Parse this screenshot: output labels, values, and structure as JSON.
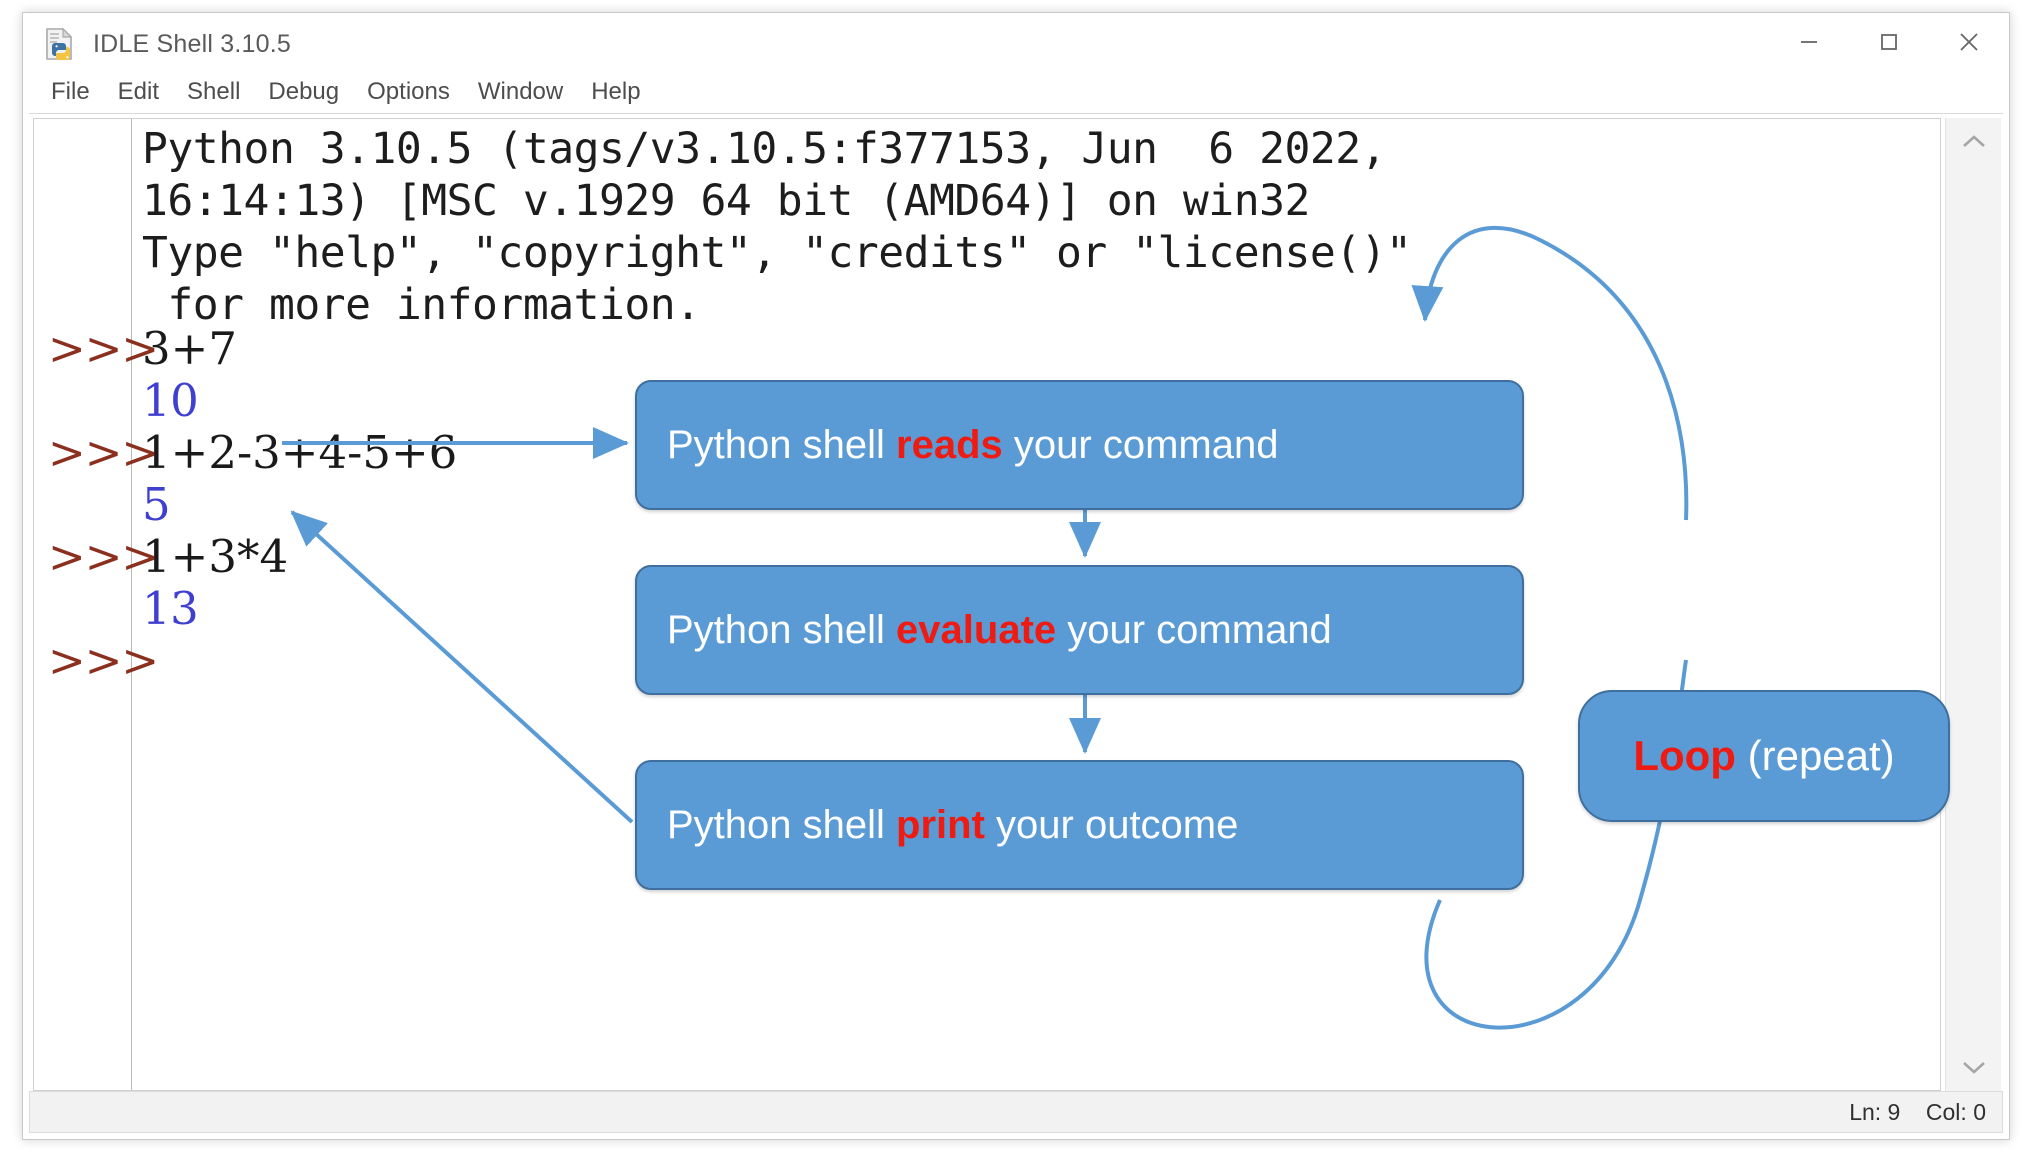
{
  "window": {
    "title": "IDLE Shell 3.10.5",
    "icon": "python-file-icon",
    "controls": [
      {
        "name": "minimize-button",
        "glyph": "minimize-icon"
      },
      {
        "name": "maximize-button",
        "glyph": "maximize-icon"
      },
      {
        "name": "close-button",
        "glyph": "close-icon"
      }
    ]
  },
  "menubar": {
    "items": [
      "File",
      "Edit",
      "Shell",
      "Debug",
      "Options",
      "Window",
      "Help"
    ]
  },
  "shell": {
    "banner": [
      "Python 3.10.5 (tags/v3.10.5:f377153, Jun  6 2022,",
      "16:14:13) [MSC v.1929 64 bit (AMD64)] on win32",
      "Type \"help\", \"copyright\", \"credits\" or \"license()\"",
      " for more information."
    ],
    "prompt": ">>>",
    "entries": [
      {
        "prompt": ">>>",
        "command": "3+7",
        "output": "10"
      },
      {
        "prompt": ">>>",
        "command": "1+2-3+4-5+6",
        "output": "5"
      },
      {
        "prompt": ">>>",
        "command": "1+3*4",
        "output": "13"
      },
      {
        "prompt": ">>>",
        "command": "",
        "output": ""
      }
    ]
  },
  "statusbar": {
    "line_label": "Ln: 9",
    "col_label": "Col: 0"
  },
  "scrollbar": {
    "up": "chevron-up-icon",
    "down": "chevron-down-icon"
  },
  "diagram": {
    "accent_blue": "#5B9BD5",
    "accent_red": "#ee1b13",
    "boxes": [
      {
        "name": "read-step",
        "pre": "Python shell ",
        "keyword": "reads",
        "post": " your command"
      },
      {
        "name": "evaluate-step",
        "pre": "Python shell ",
        "keyword": "evaluate",
        "post": " your command"
      },
      {
        "name": "print-step",
        "pre": "Python shell ",
        "keyword": "print",
        "post": " your outcome"
      }
    ],
    "loop": {
      "keyword": "Loop",
      "post": " (repeat)"
    }
  }
}
